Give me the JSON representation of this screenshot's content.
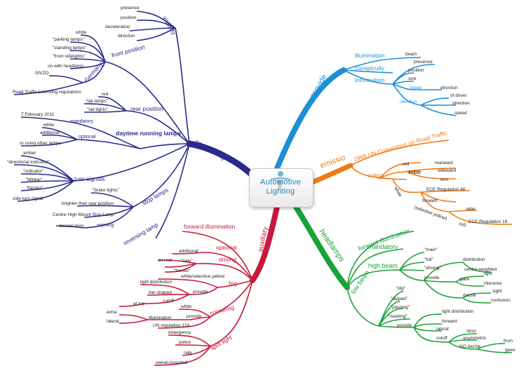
{
  "central": {
    "line1": "Automotive",
    "line2": "Lighting"
  },
  "branches": {
    "conspicuity": {
      "label": "conspicuity",
      "color": "#2a2a8c",
      "visibility": {
        "label": "visibility",
        "items": [
          "presence",
          "position",
          "deceleration",
          "direction"
        ]
      },
      "front_position": {
        "label": "front position",
        "items": [
          "white",
          "\"parking lamps\"",
          "\"standing lamps\"",
          "\"front sidelights\"",
          "on with headlamp"
        ],
        "germany": {
          "label": "Germany",
          "items": [
            "StVZO",
            "Road Traffic Licensing regulations"
          ]
        }
      },
      "rear_position": {
        "label": "rear position",
        "items": [
          "red",
          "\"tail lamps\"",
          "\"tail lights\""
        ]
      },
      "drl": {
        "label": "daytime running lamps",
        "mandatory": {
          "label": "mandatory",
          "items": [
            "7 February 2011"
          ]
        },
        "optional": {
          "label": "optional",
          "items": [
            "white",
            "additional",
            "or using other lamps"
          ]
        }
      },
      "turn_signals": {
        "label": "turn signals",
        "items": [
          "amber",
          "\"directional indicator\"",
          "\"indicator\"",
          "\"blinker\"",
          "\"flasher\"",
          "side turn signal"
        ]
      },
      "stop_lamps": {
        "label": "stop lamps",
        "items": [
          "\"brake lights\"",
          "brighter than rear position",
          "Centre High Mount Stop Lamp"
        ],
        "warning": {
          "label": "warning",
          "items": [
            "deceleration"
          ]
        }
      },
      "reversing_lamp": {
        "label": "reversing lamp"
      }
    },
    "provide": {
      "label": "provide",
      "color": "#1e8fd6",
      "illumination": {
        "label": "illumination",
        "items": [
          "beam"
        ]
      },
      "conspicuity": {
        "label": "conspicuity"
      },
      "information": {
        "label": "information",
        "items": [
          "presence",
          "position",
          "size"
        ],
        "travel": {
          "label": "travel",
          "items": [
            "direction"
          ]
        },
        "intention": {
          "label": "intention",
          "items": [
            "of driver",
            "direction",
            "speed"
          ]
        }
      }
    },
    "emission": {
      "label": "emissio",
      "color": "#f07a12",
      "convention": {
        "label": "1968 UN Convention on Road Traffic"
      },
      "colour": {
        "label": "colour",
        "red": {
          "label": "red",
          "items": [
            "rearward"
          ]
        },
        "amber": {
          "label": "amber",
          "items": [
            "sideward",
            "turn"
          ]
        },
        "white": {
          "label": "white",
          "items": [
            "ECE Regulation 48",
            "forward",
            "(selective yellow)"
          ]
        },
        "older": {
          "label": "older"
        },
        "fog": {
          "label": "fog",
          "items": [
            "ECE Regulation 19"
          ]
        }
      }
    },
    "headlamps": {
      "label": "headlamps",
      "color": "#1aa23a",
      "forward_illumination": {
        "label": "forward illumination"
      },
      "mandatory": {
        "label": "mandatory"
      },
      "high_beam": {
        "label": "high beam",
        "items": [
          "\"main\"",
          "\"full\"",
          "\"driving\""
        ],
        "provide": {
          "label": "provide",
          "distribution": {
            "label": "distribution",
            "items": [
              "centre-weighted"
            ]
          },
          "glare": {
            "label": "glare",
            "items": [
              "light",
              "intensive"
            ]
          },
          "dazzle": {
            "label": "dazzle",
            "items": [
              "sight",
              "confusion"
            ]
          }
        }
      },
      "low_beam": {
        "label": "low beam",
        "items": [
          "\"dip\"",
          "\"dipped\"",
          "\"passing\"",
          "\"meeting\""
        ],
        "provide": {
          "label": "provide",
          "items": [
            "light distribution",
            "forward",
            "lateral"
          ],
          "cutoff": {
            "label": "cutoff",
            "items": [
              "strict",
              "asymmetric"
            ],
            "no_dazzle": {
              "label": "NO dazzle",
              "items": [
                "from",
                "glare"
              ]
            }
          }
        }
      }
    },
    "auxiliary": {
      "label": "auxiliary",
      "color": "#c8183c",
      "forward_illumination": {
        "label": "forward illumination"
      },
      "optional": {
        "label": "optional",
        "items": [
          "additional"
        ]
      },
      "driving": {
        "label": "driving",
        "items": [
          "on roof",
          "\"rally\"",
          "\"Nordic\""
        ]
      },
      "fog": {
        "label": "fog",
        "items": [
          "white/selective yellow"
        ],
        "provide": {
          "label": "provide",
          "items": [
            "light distribution",
            "bar-shaped",
            "cutoff"
          ],
          "extra": [
            "at top"
          ]
        }
      },
      "cornering": {
        "label": "cornering",
        "items": [
          "white",
          "UN regulation 119"
        ],
        "provide": {
          "label": "provide",
          "illumination": {
            "label": "illumination",
            "items": [
              "extra",
              "lateral"
            ]
          }
        }
      },
      "spot_light": {
        "label": "spot light",
        "items": [
          "emergency",
          "police",
          "rally",
          "swivel-mounted"
        ]
      }
    }
  }
}
